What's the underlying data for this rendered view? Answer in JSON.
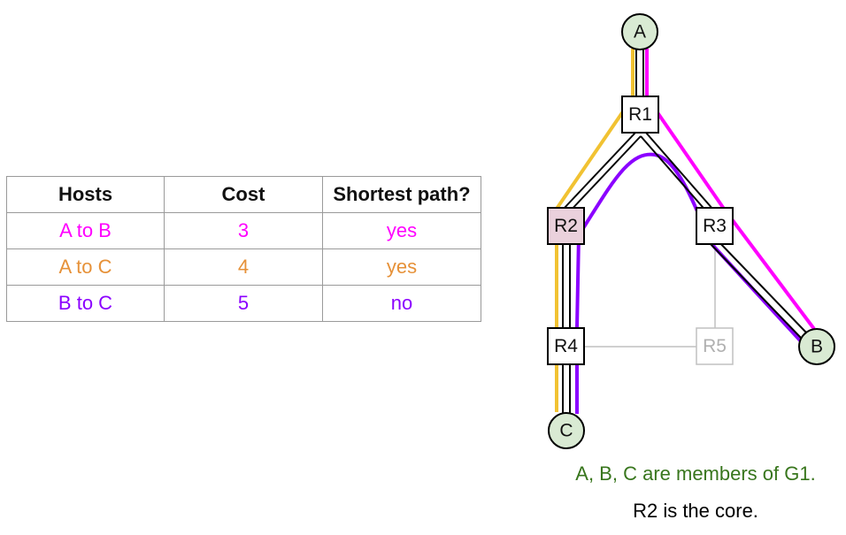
{
  "table": {
    "headers": [
      "Hosts",
      "Cost",
      "Shortest path?"
    ],
    "rows": [
      {
        "hosts": "A to B",
        "cost": "3",
        "shortest": "yes",
        "color": "#ff00ff"
      },
      {
        "hosts": "A to C",
        "cost": "4",
        "shortest": "yes",
        "color": "#e69138"
      },
      {
        "hosts": "B to C",
        "cost": "5",
        "shortest": "no",
        "color": "#8b00ff"
      }
    ]
  },
  "diagram": {
    "hosts": {
      "a": "A",
      "b": "B",
      "c": "C"
    },
    "routers": {
      "r1": "R1",
      "r2": "R2",
      "r3": "R3",
      "r4": "R4",
      "r5": "R5"
    },
    "colors": {
      "a_to_b": "#ff00ff",
      "a_to_c": "#f1c232",
      "b_to_c": "#8b00ff",
      "host_fill": "#d9ead3",
      "core_fill": "#ead1dc",
      "inactive": "#c0c0c0"
    }
  },
  "notes": {
    "members": "A, B, C are members of G1.",
    "core": "R2 is the core.",
    "members_color": "#38761d",
    "core_color": "#000000"
  }
}
